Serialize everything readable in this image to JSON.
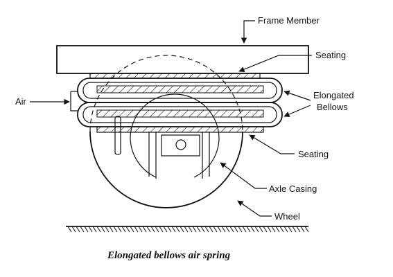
{
  "labels": {
    "frame_member": "Frame Member",
    "seating_top": "Seating",
    "air": "Air",
    "elongated_bellows_line1": "Elongated",
    "elongated_bellows_line2": "Bellows",
    "seating_bottom": "Seating",
    "axle_casing": "Axle Casing",
    "wheel": "Wheel"
  },
  "caption": "Elongated bellows air spring"
}
